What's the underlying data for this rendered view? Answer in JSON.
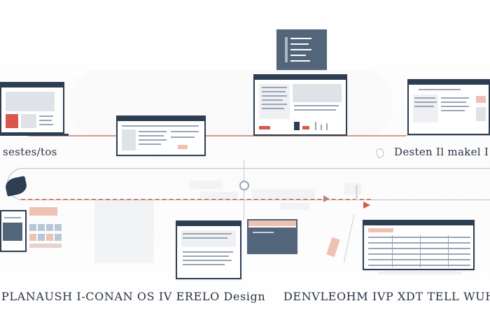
{
  "labels": {
    "top_left": "sestes/tos",
    "top_right": "Desten Il makel I to",
    "bottom_left": "PLANAUSH I-CONAN OS IV ERELO Design",
    "bottom_right": "DENVLEOHM IVP XDT TELL WUH"
  },
  "colors": {
    "navy": "#2d3e52",
    "accent_red": "#d9574b",
    "line_grey": "#b9c0c9"
  }
}
